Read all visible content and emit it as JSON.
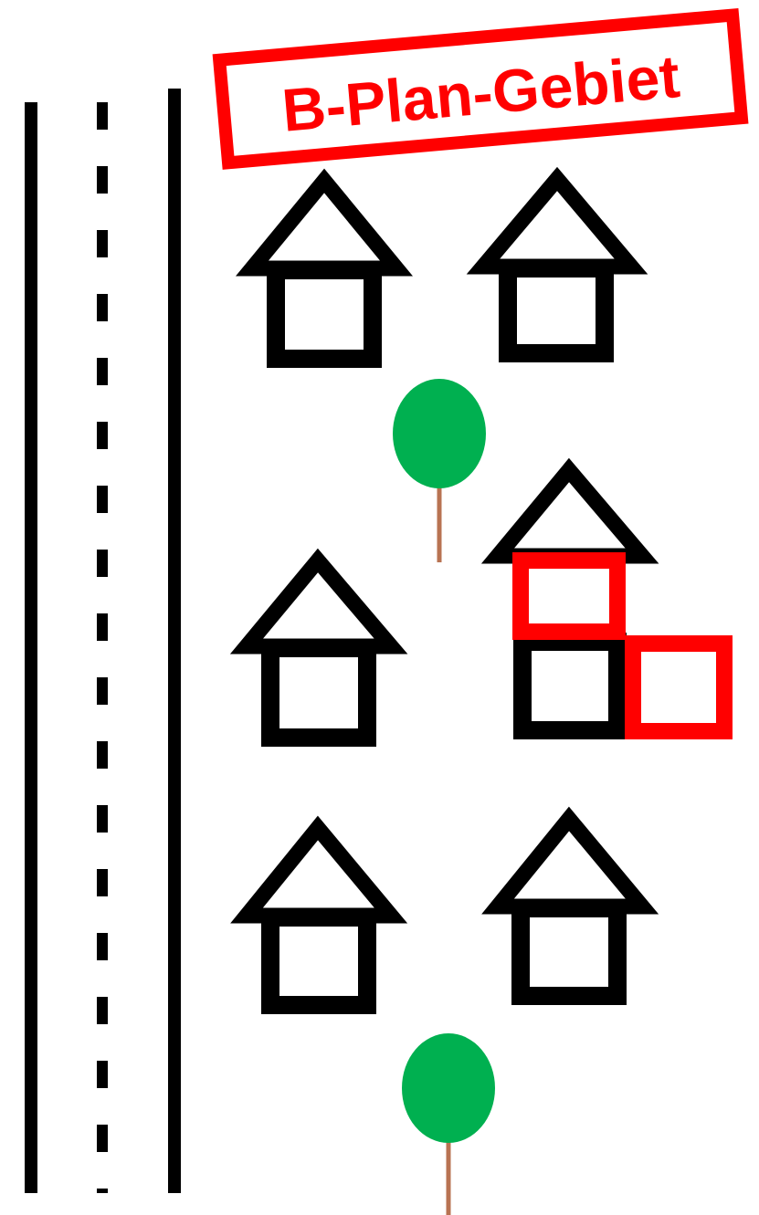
{
  "plan_label": {
    "text": "B-Plan-Gebiet",
    "color": "#ff0000"
  },
  "colors": {
    "outline": "#000000",
    "extension": "#ff0000",
    "tree_crown": "#00b050",
    "tree_trunk": "#b87352",
    "background": "#ffffff"
  },
  "road": {
    "edges": 2,
    "center_line": "dashed"
  },
  "houses": [
    {
      "name": "house-1",
      "extended": false
    },
    {
      "name": "house-2",
      "extended": false
    },
    {
      "name": "house-3",
      "extended": false
    },
    {
      "name": "house-4",
      "extended": true
    },
    {
      "name": "house-5",
      "extended": false
    },
    {
      "name": "house-6",
      "extended": false
    }
  ],
  "extensions": [
    "upper-storey",
    "side-annex"
  ],
  "trees": 2
}
